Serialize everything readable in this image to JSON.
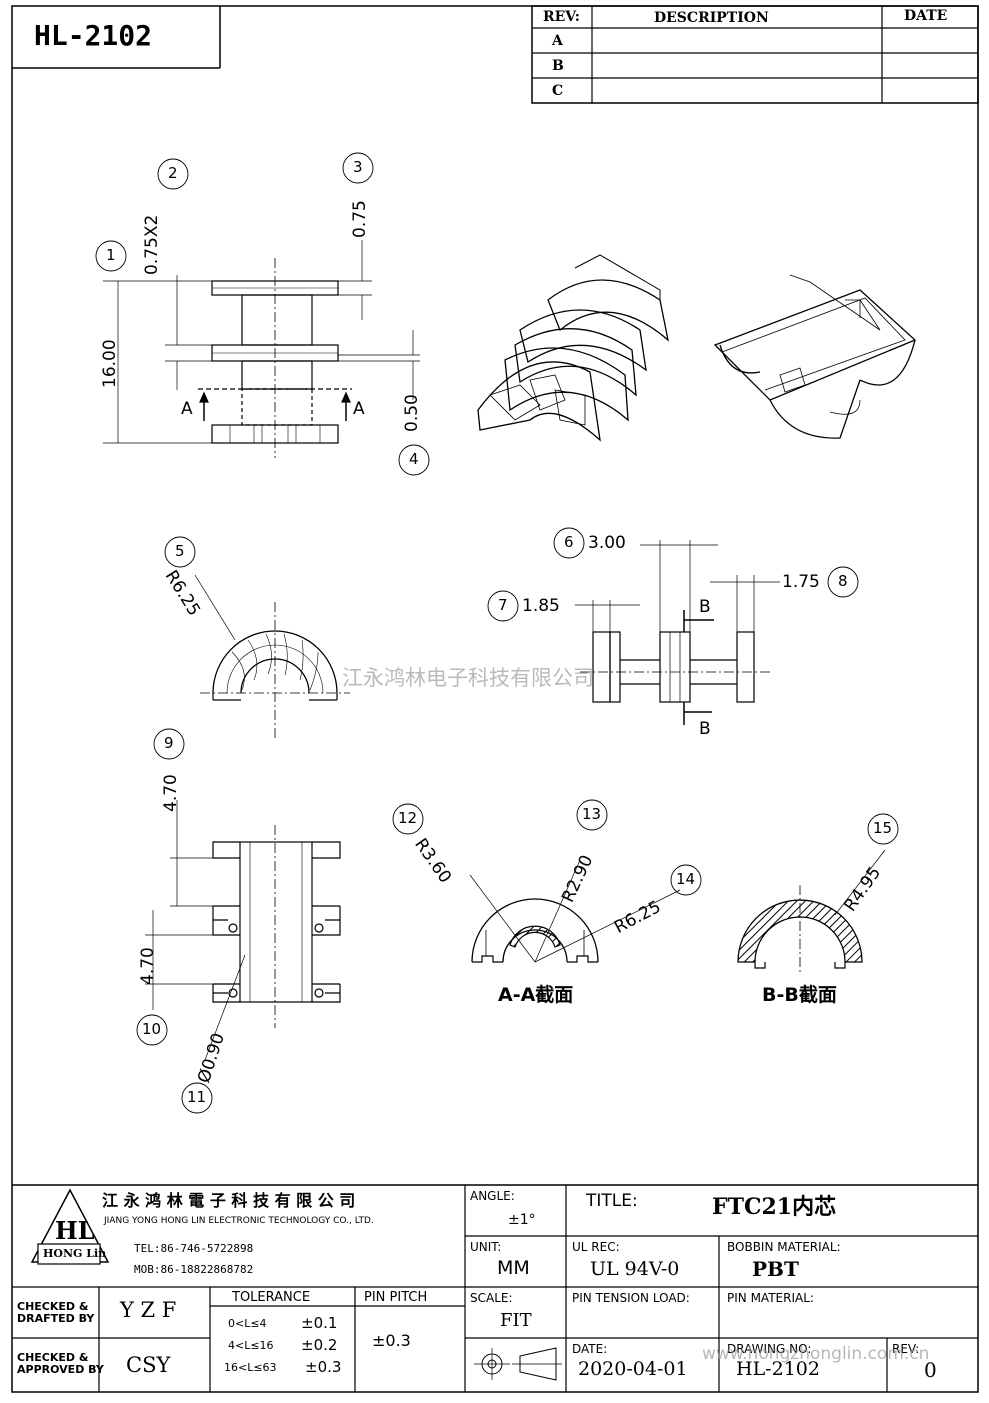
{
  "header": {
    "part_number": "HL-2102"
  },
  "revision_table": {
    "col_rev": "REV:",
    "col_description": "DESCRIPTION",
    "col_date": "DATE",
    "rows": [
      "A",
      "B",
      "C"
    ]
  },
  "callouts": [
    "1",
    "2",
    "3",
    "4",
    "5",
    "6",
    "7",
    "8",
    "9",
    "10",
    "11",
    "12",
    "13",
    "14",
    "15"
  ],
  "dimensions": {
    "d2": "0.75X2",
    "d3": "0.75",
    "d1": "16.00",
    "d4": "0.50",
    "d5": "R6.25",
    "d6": "3.00",
    "d7": "1.85",
    "d8": "1.75",
    "d9": "4.70",
    "d10": "4.70",
    "d11": "Ø0.90",
    "d12": "R3.60",
    "d13": "R2.90",
    "d14": "R6.25",
    "d15": "R4.95"
  },
  "section_marks": {
    "a": "A",
    "b": "B"
  },
  "section_labels": {
    "aa": "A-A截面",
    "bb": "B-B截面"
  },
  "watermark": "江永鸿林电子科技有限公司",
  "title_block": {
    "company_cn": "江 永 鸿 林 電 子 科 技 有 限 公 司",
    "company_en": "JIANG YONG HONG LIN ELECTRONIC TECHNOLOGY CO., LTD.",
    "logo_text": "HL",
    "logo_sub": "HONG Lin",
    "tel": "TEL:86-746-5722898",
    "mob": "MOB:86-18822868782",
    "angle_label": "ANGLE:",
    "angle_value": "±1°",
    "title_label": "TITLE:",
    "title_value": "FTC21内芯",
    "unit_label": "UNIT:",
    "unit_value": "MM",
    "ul_label": "UL REC:",
    "ul_value": "UL 94V-0",
    "bobbin_label": "BOBBIN MATERIAL:",
    "bobbin_value": "PBT",
    "checked_drafted": "CHECKED &\nDRAFTED BY",
    "drafted_value": "Y Z F",
    "tolerance_label": "TOLERANCE",
    "pin_pitch_label": "PIN PITCH",
    "tol_rows": [
      {
        "range": "0<L≤4",
        "value": "±0.1"
      },
      {
        "range": "4<L≤16",
        "value": "±0.2"
      },
      {
        "range": "16<L≤63",
        "value": "±0.3"
      }
    ],
    "pin_pitch_value": "±0.3",
    "scale_label": "SCALE:",
    "scale_value": "FIT",
    "pin_tension_label": "PIN TENSION LOAD:",
    "pin_material_label": "PIN MATERIAL:",
    "checked_approved": "CHECKED &\nAPPROVED BY",
    "approved_value": "CSY",
    "date_label": "DATE:",
    "date_value": "2020-04-01",
    "drawing_no_label": "DRAWING NO:",
    "drawing_no_value": "HL-2102",
    "rev_label": "REV:",
    "rev_value": "0",
    "web_watermark": "www.hongzhonglin.com.cn"
  }
}
